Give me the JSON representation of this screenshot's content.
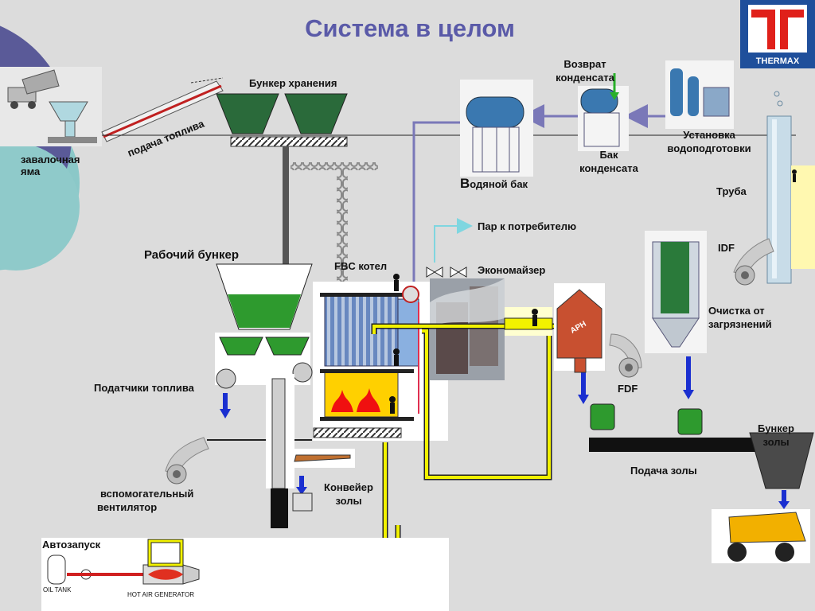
{
  "title": "Система в целом",
  "logo_text": "THERMAX",
  "labels": {
    "dump_pit": [
      "завалочная",
      "яма"
    ],
    "fuel_feed": "подача топлива",
    "storage_bunker": "Бункер хранения",
    "water_tank_initial": "В",
    "water_tank_rest": "одяной бак",
    "condensate_return": [
      "Возврат",
      "конденсата"
    ],
    "condensate_tank": [
      "Бак",
      "конденсата"
    ],
    "water_treatment": [
      "Установка",
      "водоподготовки"
    ],
    "pipe": "Труба",
    "steam_to_consumer": "Пар к потребителю",
    "economizer": "Экономайзер",
    "fbc_boiler": "FBC котел",
    "working_bunker": "Рабочий бункер",
    "idf": "IDF",
    "dust_cleaning": [
      "Очистка от",
      "загрязнений"
    ],
    "fuel_feeders": "Податчики топлива",
    "fdf": "FDF",
    "aph": "APH",
    "ash_bunker": [
      "Бункер",
      "золы"
    ],
    "aux_fan": [
      "вспомогательный",
      "вентилятор"
    ],
    "ash_conveyor": [
      "Конвейер",
      "золы"
    ],
    "ash_feed": "Подача золы",
    "autostart": "Автозапуск",
    "oil_tank": "OIL TANK",
    "hot_air_generator": "HOT AIR GENERATOR"
  },
  "colors": {
    "title": "#5a5aa8",
    "yellow_duct": "#f2f200",
    "steam_line": "#9a98c8",
    "cyan_line": "#7fd6e0",
    "blue_arrow": "#1a2fd0",
    "green_fuel": "#2e9a2e",
    "tank_blue": "#3a78b0",
    "logo_bg": "#1f4f9b",
    "logo_red": "#e0201a"
  }
}
